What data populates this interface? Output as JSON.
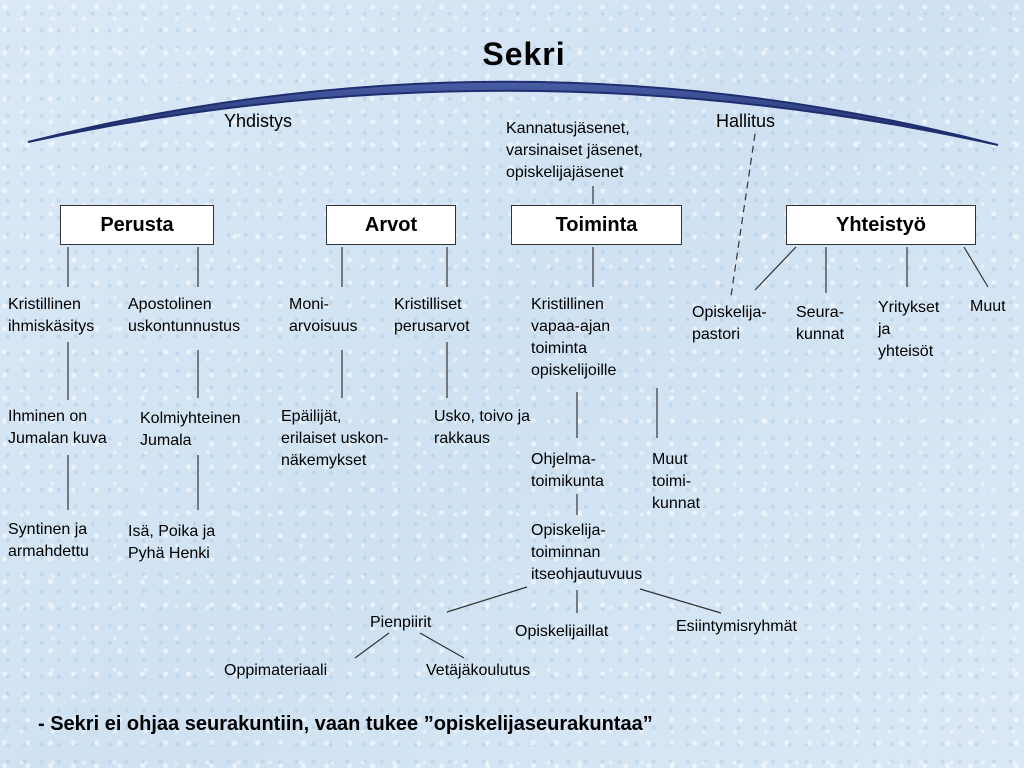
{
  "title": "Sekri",
  "labels": {
    "yhdistys": "Yhdistys",
    "members": "Kannatusjäsenet,\nvarsinaiset jäsenet,\nopiskelijajäsenet",
    "hallitus": "Hallitus"
  },
  "boxes": {
    "perusta": "Perusta",
    "arvot": "Arvot",
    "toiminta": "Toiminta",
    "yhteistyo": "Yhteistyö"
  },
  "perusta": {
    "col1": [
      "Kristillinen\nihmiskäsitys",
      "Ihminen on\nJumalan kuva",
      "Syntinen ja\narmahdettu"
    ],
    "col2": [
      "Apostolinen\nuskontunnustus",
      "Kolmiyhteinen\nJumala",
      "Isä, Poika ja\nPyhä Henki"
    ]
  },
  "arvot": {
    "col1": [
      "Moni-\narvoisuus",
      "Epäilijät,\nerilaiset uskon-\nnäkemykset"
    ],
    "col2": [
      "Kristilliset\nperusarvot",
      "Usko, toivo ja\nrakkaus"
    ]
  },
  "toiminta": {
    "main": "Kristillinen\nvapaa-ajan\ntoiminta\nopiskelijoille",
    "ohjelma": "Ohjelma-\ntoimikunta",
    "muut": "Muut\ntoimi-\nkunnat",
    "itseohjautuvuus": "Opiskelija-\ntoiminnan\nitseohjautuvuus",
    "pienpiirit": "Pienpiirit",
    "opiskelijaillat": "Opiskelijaillat",
    "esiintymisryhmat": "Esiintymisryhmät",
    "oppimateriaali": "Oppimateriaali",
    "vetajakoulutus": "Vetäjäkoulutus"
  },
  "yhteistyo": {
    "items": [
      "Opiskelija-\npastori",
      "Seura-\nkunnat",
      "Yritykset\nja\nyhteisöt",
      "Muut"
    ]
  },
  "footer": "- Sekri ei ohjaa seurakuntiin, vaan tukee ”opiskelijaseurakuntaa”",
  "colors": {
    "arc": "#1e2e6e",
    "lines": "#333333"
  }
}
